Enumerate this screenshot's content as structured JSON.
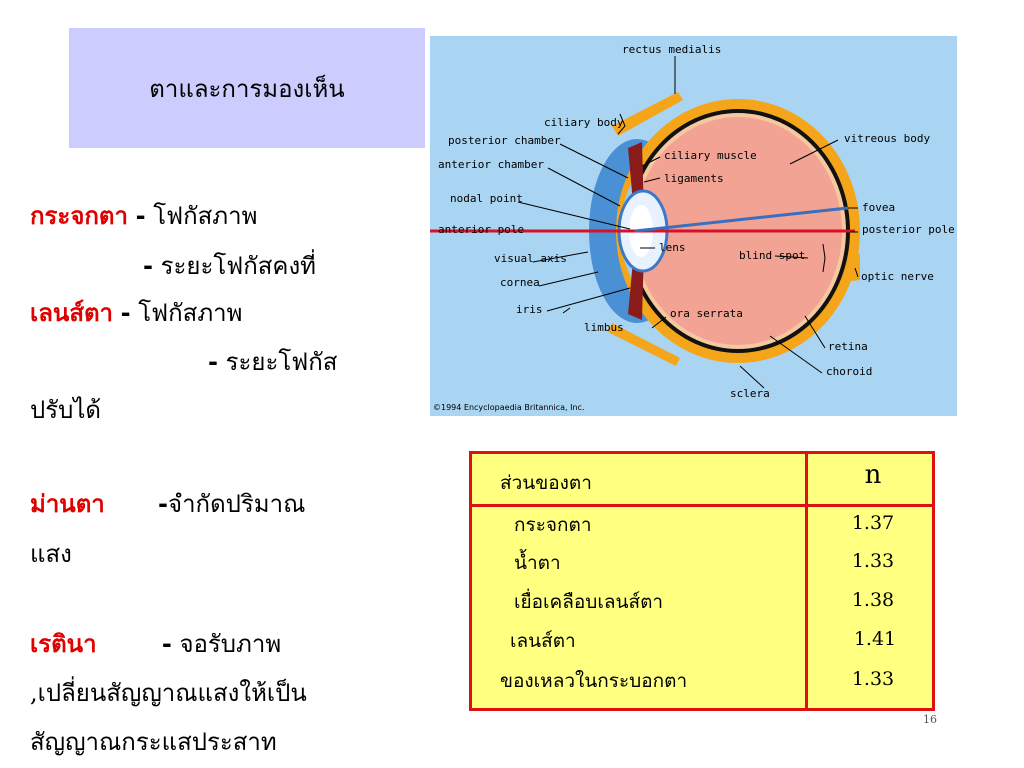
{
  "title": "ตาและการมองเห็น",
  "notes": {
    "cornea": {
      "label": "กระจกตา",
      "dash": "-",
      "text": " โฟกัสภาพ"
    },
    "cornea_2": {
      "dash": "-",
      "text": " ระยะโฟกัสคงที่"
    },
    "lens": {
      "label": "เลนส์ตา",
      "dash": "-",
      "text": " โฟกัสภาพ"
    },
    "lens_2": {
      "dash": "-",
      "text": " ระยะโฟกัส"
    },
    "lens_3": "ปรับได้",
    "iris": {
      "label": "ม่านตา",
      "dash": "-",
      "text": "จำกัดปริมาณ"
    },
    "iris_2": "แสง",
    "retina": {
      "label": "เรตินา",
      "dash": "-",
      "text": " จอรับภาพ"
    },
    "retina_2": ",เปลี่ยนสัญญาณแสงให้เป็น",
    "retina_3": "สัญญาณกระแสประสาท"
  },
  "diagram": {
    "labels": {
      "rectus_medialis": "rectus medialis",
      "ciliary_body": "ciliary body",
      "posterior_chamber": "posterior chamber",
      "anterior_chamber": "anterior chamber",
      "nodal_point": "nodal point",
      "anterior_pole": "anterior pole",
      "visual_axis": "visual axis",
      "cornea": "cornea",
      "iris": "iris",
      "limbus": "limbus",
      "vitreous_body": "vitreous body",
      "ciliary_muscle": "ciliary muscle",
      "ligaments": "ligaments",
      "fovea": "fovea",
      "posterior_pole": "posterior pole",
      "lens": "lens",
      "blind_spot": "blind spot",
      "optic_nerve": "optic nerve",
      "ora_serrata": "ora serrata",
      "retina": "retina",
      "choroid": "choroid",
      "sclera": "sclera",
      "copyright": "©1994 Encyclopaedia Britannica, Inc."
    },
    "colors": {
      "background": "#a9d4f2",
      "sclera": "#f5a51a",
      "vitreous": "#f2a393",
      "choroid": "#111111",
      "axis_red": "#d8102a",
      "axis_blue": "#3a6fc0"
    }
  },
  "table": {
    "header": {
      "part": "ส่วนของตา",
      "n": "n"
    },
    "rows": [
      {
        "part": "กระจกตา",
        "n": "1.37"
      },
      {
        "part": "น้ำตา",
        "n": "1.33"
      },
      {
        "part": "เยื่อเคลือบเลนส์ตา",
        "n": "1.38"
      },
      {
        "part": "เลนส์ตา",
        "n": "1.41"
      },
      {
        "part": "ของเหลวในกระบอกตา",
        "n": "1.33"
      }
    ],
    "border_color": "#dd1111",
    "fill_color": "#ffff80"
  },
  "page_number": "16"
}
